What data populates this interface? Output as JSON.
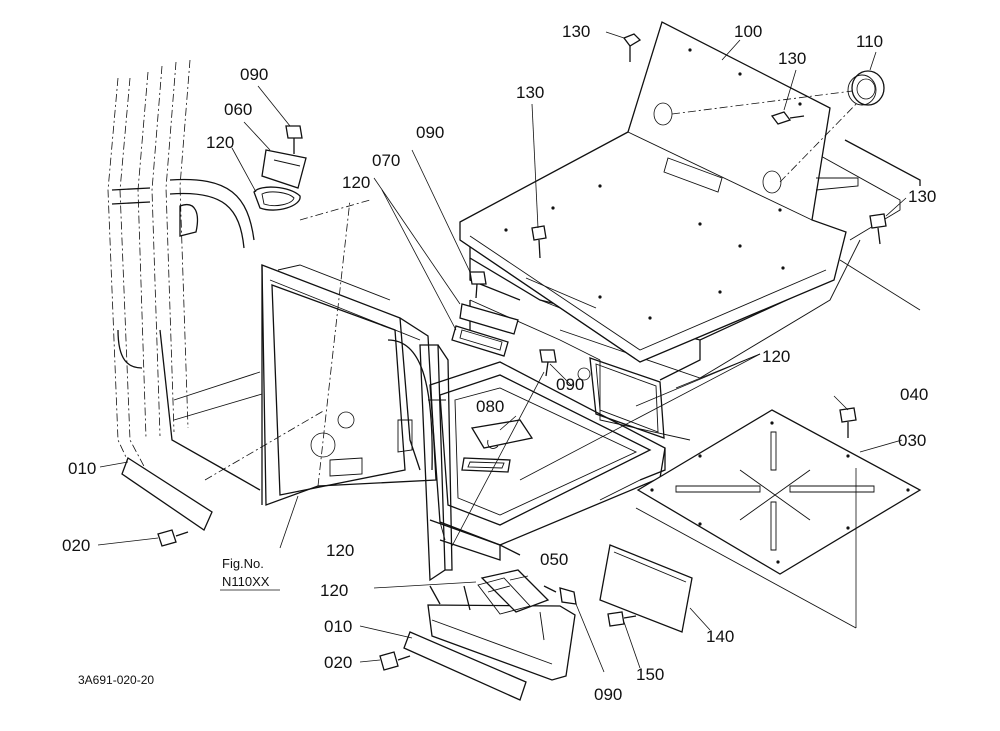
{
  "labels": {
    "l010a": "010",
    "l010b": "010",
    "l020a": "020",
    "l020b": "020",
    "l030": "030",
    "l040": "040",
    "l050": "050",
    "l060": "060",
    "l070": "070",
    "l080": "080",
    "l090a": "090",
    "l090b": "090",
    "l090c": "090",
    "l090d": "090",
    "l100": "100",
    "l110": "110",
    "l120a": "120",
    "l120b": "120",
    "l120c": "120",
    "l120d": "120",
    "l120e": "120",
    "l130a": "130",
    "l130b": "130",
    "l130c": "130",
    "l130d": "130",
    "l140": "140",
    "l150": "150"
  },
  "fig_ref": {
    "line1": "Fig.No.",
    "line2": "N110XX"
  },
  "drawing_code": "3A691-020-20"
}
